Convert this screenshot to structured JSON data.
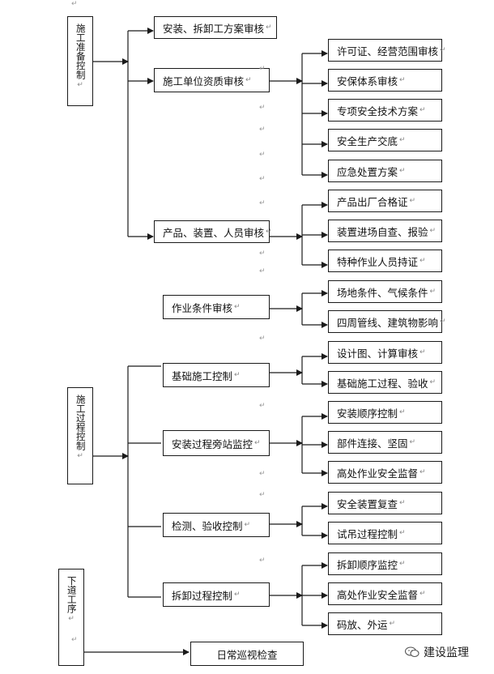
{
  "left_blocks": {
    "construction_prep": "施工准备控制",
    "construction_process": "施工过程控制",
    "next_process": "下道工序"
  },
  "level2": {
    "install_plan_review": "安装、拆卸工方案审核",
    "contractor_qualification": "施工单位资质审核",
    "product_device_personnel": "产品、装置、人员审核",
    "work_condition_review": "作业条件审核",
    "foundation_control": "基础施工控制",
    "install_side_station": "安装过程旁站监控",
    "inspection_acceptance": "检测、验收控制",
    "dismantle_control": "拆卸过程控制",
    "daily_inspection": "日常巡视检查"
  },
  "level3": {
    "license_scope": "许可证、经营范围审核",
    "safety_system": "安保体系审核",
    "special_safety_plan": "专项安全技术方案",
    "safety_briefing": "安全生产交底",
    "emergency_plan": "应急处置方案",
    "factory_cert": "产品出厂合格证",
    "device_self_check": "装置进场自查、报验",
    "special_worker_cert": "特种作业人员持证",
    "site_weather": "场地条件、气候条件",
    "surroundings_impact": "四周管线、建筑物影响",
    "design_calc_review": "设计图、计算审核",
    "foundation_process": "基础施工过程、验收",
    "install_sequence": "安装顺序控制",
    "component_fastening": "部件连接、坚固",
    "height_safety_1": "高处作业安全监督",
    "safety_device_recheck": "安全装置复查",
    "trial_lift_control": "试吊过程控制",
    "dismantle_sequence": "拆卸顺序监控",
    "height_safety_2": "高处作业安全监督",
    "stacking_transport": "码放、外运"
  },
  "para_mark": "↵",
  "watermark": "建设监理"
}
